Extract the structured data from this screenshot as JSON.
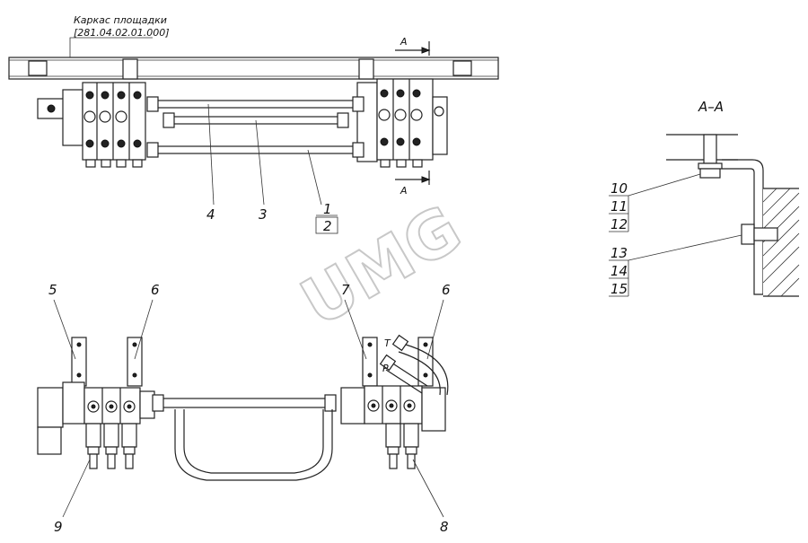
{
  "sheet_mark": "",
  "frame_note": {
    "line1": "Каркас площадки",
    "line2": "[281.04.02.01.000]"
  },
  "section": {
    "name": "А–А",
    "mark_top": "А",
    "mark_bottom": "А"
  },
  "top_view_callouts": [
    "4",
    "3",
    "1",
    "2"
  ],
  "bottom_view_callouts": [
    "5",
    "6",
    "7",
    "6",
    "9",
    "8"
  ],
  "section_callouts": [
    "10",
    "11",
    "12",
    "13",
    "14",
    "15"
  ],
  "port_labels": [
    "T",
    "P"
  ],
  "watermark": "UMG"
}
